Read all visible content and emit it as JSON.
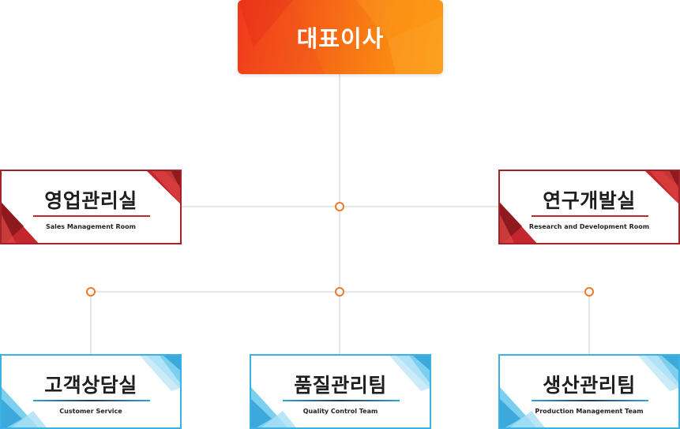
{
  "ceo": {
    "label": "대표이사"
  },
  "departments": {
    "sales": {
      "name": "영업관리실",
      "english": "Sales Management Room"
    },
    "rnd": {
      "name": "연구개발실",
      "english": "Research and Development Room"
    },
    "customer": {
      "name": "고객상담실",
      "english": "Customer Service"
    },
    "quality": {
      "name": "품질관리팀",
      "english": "Quality Control Team"
    },
    "production": {
      "name": "생산관리팀",
      "english": "Production Management Team"
    }
  },
  "colors": {
    "ceo_gradient_start": "#f0381c",
    "ceo_gradient_end": "#fb9a14",
    "upper_border": "#a3232b",
    "lower_border": "#3ab2e3",
    "connector_node": "#f07a2a",
    "connector_line": "#cfcfcf"
  }
}
